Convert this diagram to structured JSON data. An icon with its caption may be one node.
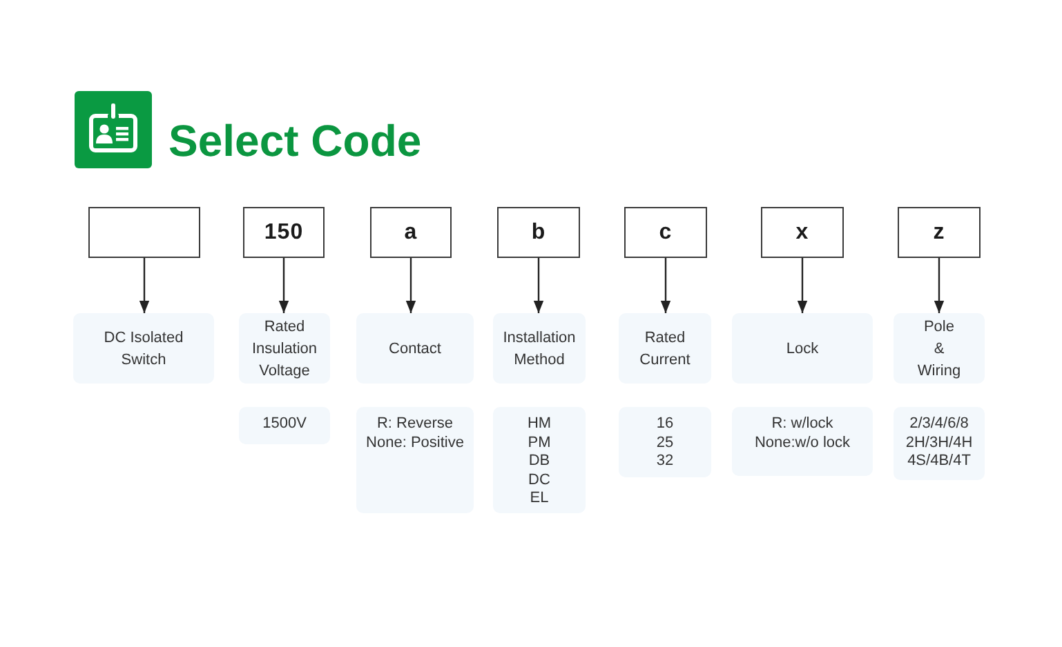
{
  "diagram": {
    "title": "Select Code",
    "nodes": [
      {
        "text": [],
        "shape": "box"
      },
      {
        "text": [
          "150"
        ]
      },
      {
        "text": [
          "a"
        ]
      },
      {
        "text": [
          "b"
        ]
      },
      {
        "text": [
          "c"
        ]
      },
      {
        "text": [
          "x"
        ]
      },
      {
        "text": [
          "z"
        ]
      },
      {
        "text": [
          "DC Isolated Switch"
        ]
      },
      {
        "text": [
          "Rated Insulation Voltage"
        ]
      },
      {
        "text": [
          "Contact"
        ]
      },
      {
        "text": [
          "Installation Method"
        ]
      },
      {
        "text": [
          "Rated Current"
        ]
      },
      {
        "text": [
          "Lock"
        ]
      },
      {
        "text": [
          "Pole & Wiring"
        ]
      },
      {
        "text": [
          "1500V"
        ]
      },
      {
        "text": [
          "R: Reverse",
          "None: Positive"
        ]
      },
      {
        "text": [
          "HM",
          "PM",
          "DB",
          "DC",
          "EL"
        ]
      },
      {
        "text": [
          "16",
          "25",
          "32"
        ]
      },
      {
        "text": [
          "R: w/lock",
          "None:w/o lock"
        ]
      },
      {
        "text": [
          "2/3/4/6/8",
          "2H/3H/4H",
          "4S/4B/4T"
        ]
      }
    ],
    "edges": [
      {
        "from": 0,
        "to": 7,
        "arrow": "to"
      },
      {
        "from": 1,
        "to": 8,
        "arrow": "to"
      },
      {
        "from": 2,
        "to": 9,
        "arrow": "to"
      },
      {
        "from": 3,
        "to": 10,
        "arrow": "to"
      },
      {
        "from": 4,
        "to": 11,
        "arrow": "to"
      },
      {
        "from": 5,
        "to": 12,
        "arrow": "to"
      },
      {
        "from": 6,
        "to": 13,
        "arrow": "to"
      }
    ]
  }
}
